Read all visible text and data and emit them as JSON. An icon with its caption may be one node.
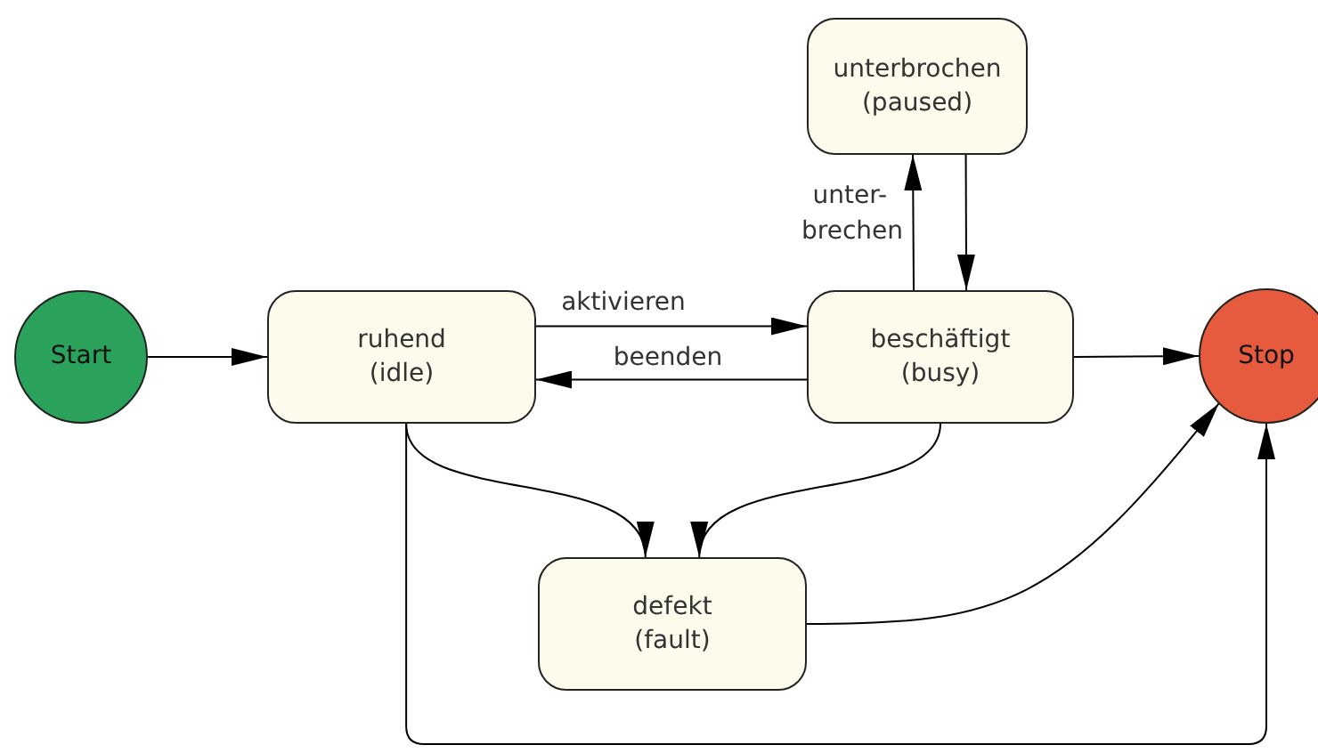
{
  "diagram": {
    "nodes": [
      {
        "text": [
          "Start"
        ]
      },
      {
        "text": [
          "ruhend",
          "(idle)"
        ]
      },
      {
        "text": [
          "unterbrochen",
          "(paused)"
        ]
      },
      {
        "text": [
          "beschäftigt",
          "(busy)"
        ]
      },
      {
        "text": [
          "Stop"
        ]
      },
      {
        "text": [
          "defekt",
          "(fault)"
        ]
      }
    ],
    "edges": [
      {
        "from": 0,
        "to": 1,
        "arrow": "to"
      },
      {
        "from": 1,
        "to": 3,
        "arrow": "to",
        "label": "aktivieren"
      },
      {
        "from": 3,
        "to": 1,
        "arrow": "to",
        "label": "beenden"
      },
      {
        "from": 3,
        "to": 2,
        "arrow": "to",
        "label": "unter-brechen"
      },
      {
        "from": 2,
        "to": 3,
        "arrow": "to"
      },
      {
        "from": 3,
        "to": 4,
        "arrow": "to"
      },
      {
        "from": 1,
        "to": 5,
        "arrow": "to"
      },
      {
        "from": 3,
        "to": 5,
        "arrow": "to"
      },
      {
        "from": 5,
        "to": 4,
        "arrow": "to"
      },
      {
        "from": 1,
        "to": 4,
        "arrow": "to"
      }
    ]
  }
}
